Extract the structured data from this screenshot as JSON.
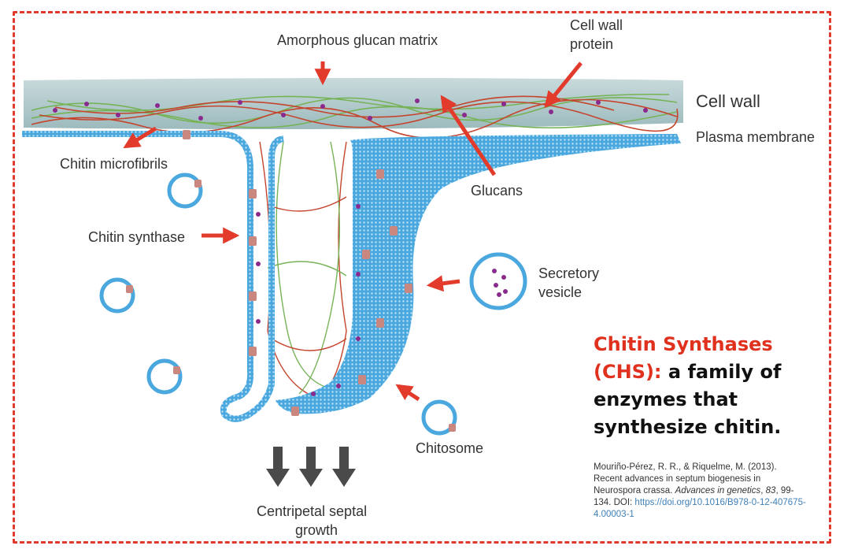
{
  "labels": {
    "amorphous_matrix": "Amorphous glucan matrix",
    "cell_wall_protein_1": "Cell wall",
    "cell_wall_protein_2": "protein",
    "cell_wall": "Cell wall",
    "plasma_membrane": "Plasma membrane",
    "chitin_microfibrils": "Chitin microfibrils",
    "glucans": "Glucans",
    "chitin_synthase": "Chitin synthase",
    "secretory_vesicle_1": "Secretory",
    "secretory_vesicle_2": "vesicle",
    "chitosome": "Chitosome",
    "centripetal_1": "Centripetal septal",
    "centripetal_2": "growth"
  },
  "caption": {
    "highlight_1": "Chitin Synthases",
    "highlight_2": "(CHS):",
    "rest_1": " a family of",
    "rest_2": "enzymes that",
    "rest_3": "synthesize chitin",
    "period": "."
  },
  "citation": {
    "authors": "Mouriño-Pérez, R. R., & Riquelme, M. (2013).",
    "title": "Recent advances in septum biogenesis in Neurospora crassa.",
    "journal": "Advances in genetics",
    "sep1": ", ",
    "volume": "83",
    "pages": ", 99-134. DOI: ",
    "doi": "https://doi.org/10.1016/B978-0-12-407675-4.00003-1"
  },
  "colors": {
    "frame": "#e03a2d",
    "arrow": "#e23b2c",
    "membrane": "#4aa8de",
    "cell_wall_top": "#c4d6d8",
    "cell_wall_bottom": "#9fbcc0",
    "glucan": "#76b357",
    "chitin": "#c5442d",
    "protein_dot": "#8a2a8e",
    "growth_arrow": "#4a4a4a"
  },
  "icons": [
    "chitin-synthase-icon",
    "growth-arrow-icon",
    "vesicle-icon",
    "pointer-arrow-icon"
  ]
}
